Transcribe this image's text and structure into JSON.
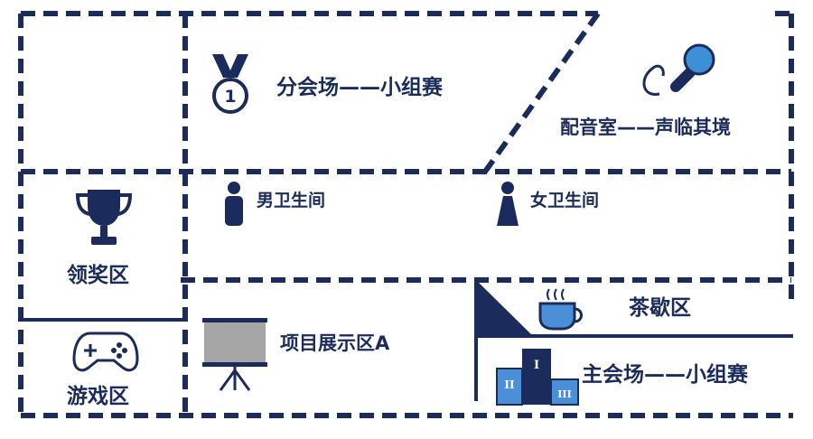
{
  "colors": {
    "line": "#1a2b5c",
    "icon": "#1a2b5c",
    "mic_head": "#3d8fd6",
    "screen": "#a6a6a6",
    "podium_light": "#4a8fd8"
  },
  "rooms": {
    "sub_venue": {
      "label": "分会场——小组赛",
      "icon": "medal-icon",
      "medal_number": "1"
    },
    "dubbing": {
      "label": "配音室——声临其境",
      "icon": "microphone-icon"
    },
    "mens_room": {
      "label": "男卫生间",
      "icon": "man-icon"
    },
    "womens_room": {
      "label": "女卫生间",
      "icon": "woman-icon"
    },
    "awards": {
      "label": "领奖区",
      "icon": "trophy-icon"
    },
    "game": {
      "label": "游戏区",
      "icon": "gamepad-icon"
    },
    "exhibit": {
      "label": "项目展示区A",
      "icon": "projector-screen-icon"
    },
    "tea": {
      "label": "茶歇区",
      "icon": "coffee-cup-icon"
    },
    "main_venue": {
      "label": "主会场——小组赛",
      "icon": "podium-icon",
      "podium_marks": [
        "I",
        "II",
        "III"
      ]
    }
  }
}
